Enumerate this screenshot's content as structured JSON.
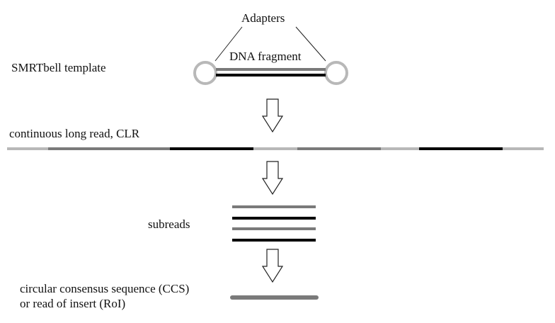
{
  "labels": {
    "adapters": "Adapters",
    "dna_fragment": "DNA fragment",
    "smrtbell": "SMRTbell template",
    "clr": "continuous long read, CLR",
    "subreads": "subreads",
    "ccs_line1": "circular consensus sequence (CCS)",
    "ccs_line2": "or read of insert (RoI)"
  },
  "colors": {
    "adapter": "#b8b8b8",
    "insert_forward": "#7a7a7a",
    "insert_reverse": "#000000",
    "consensus": "#7a7a7a",
    "arrow": "#222222"
  }
}
